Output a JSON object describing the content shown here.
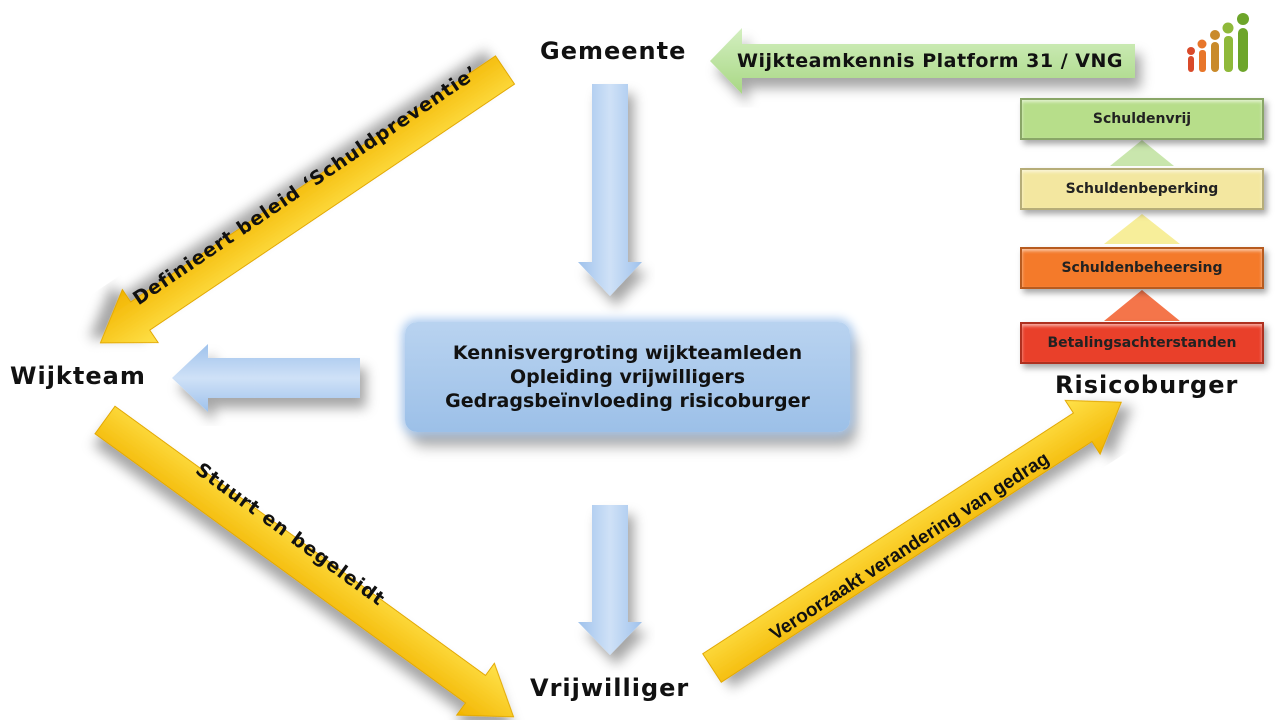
{
  "nodes": {
    "gemeente": "Gemeente",
    "wijkteam": "Wijkteam",
    "vrijwilliger": "Vrijwilliger",
    "risicoburger": "Risicoburger"
  },
  "platform_label": "Wijkteamkennis Platform 31 / VNG",
  "center_box": {
    "line1": "Kennisvergroting wijkteamleden",
    "line2": "Opleiding vrijwilligers",
    "line3": "Gedragsbeïnvloeding risicoburger"
  },
  "arrow_labels": {
    "definieert": "Definieert beleid ‘Schuldpreventie’",
    "stuurt": "Stuurt en begeleidt",
    "veroorzaakt": "Veroorzaakt verandering van gedrag"
  },
  "ladder": [
    {
      "label": "Schuldenvrij",
      "color": "#b7de8a"
    },
    {
      "label": "Schuldenbeperking",
      "color": "#f3e7a0"
    },
    {
      "label": "Schuldenbeheersing",
      "color": "#f47a2a"
    },
    {
      "label": "Betalingsachterstanden",
      "color": "#e9402a"
    }
  ],
  "colors": {
    "yellow_arrow": "#f7c40a",
    "blue_arrow": "#a7c8ef",
    "green_arrow": "#bfe3a3"
  }
}
